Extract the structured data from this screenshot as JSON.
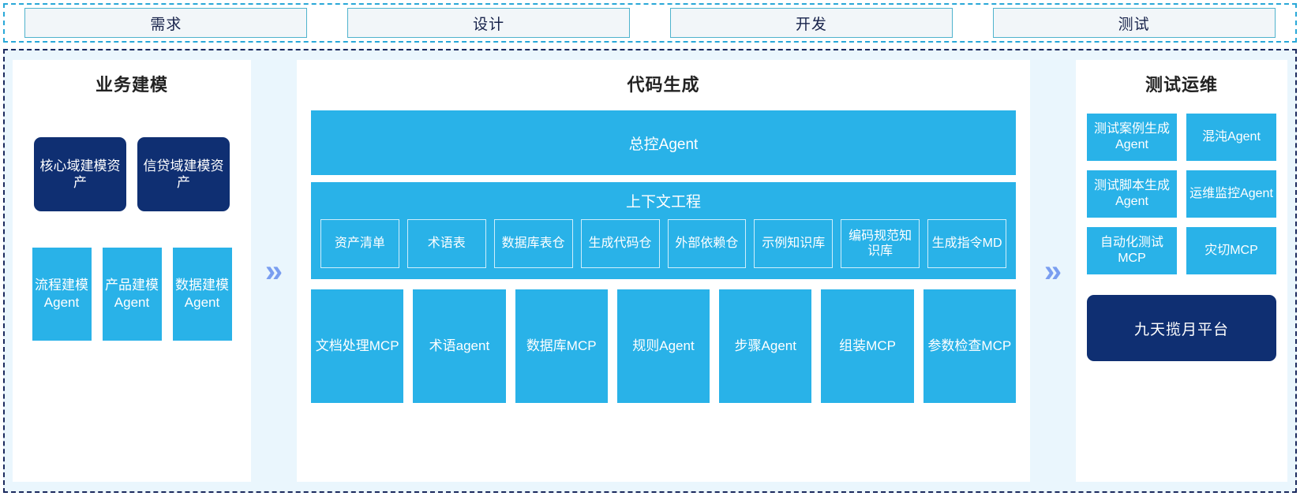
{
  "phases": {
    "items": [
      {
        "label": "需求"
      },
      {
        "label": "设计"
      },
      {
        "label": "开发"
      },
      {
        "label": "测试"
      }
    ]
  },
  "arrows": {
    "glyph": "»"
  },
  "left_panel": {
    "title": "业务建模",
    "assets": [
      {
        "label": "核心域建模资产"
      },
      {
        "label": "信贷域建模资产"
      }
    ],
    "agents": [
      {
        "label": "流程建模Agent"
      },
      {
        "label": "产品建模Agent"
      },
      {
        "label": "数据建模Agent"
      }
    ]
  },
  "center_panel": {
    "title": "代码生成",
    "master_agent": "总控Agent",
    "context": {
      "title": "上下文工程",
      "items": [
        {
          "label": "资产清单"
        },
        {
          "label": "术语表"
        },
        {
          "label": "数据库表仓"
        },
        {
          "label": "生成代码仓"
        },
        {
          "label": "外部依赖仓"
        },
        {
          "label": "示例知识库"
        },
        {
          "label": "编码规范知识库"
        },
        {
          "label": "生成指令MD"
        }
      ]
    },
    "tools": [
      {
        "label": "文档处理MCP"
      },
      {
        "label": "术语agent"
      },
      {
        "label": "数据库MCP"
      },
      {
        "label": "规则Agent"
      },
      {
        "label": "步骤Agent"
      },
      {
        "label": "组装MCP"
      },
      {
        "label": "参数检查MCP"
      }
    ]
  },
  "right_panel": {
    "title": "测试运维",
    "items": [
      {
        "label": "测试案例生成Agent"
      },
      {
        "label": "混沌Agent"
      },
      {
        "label": "测试脚本生成Agent"
      },
      {
        "label": "运维监控Agent"
      },
      {
        "label": "自动化测试MCP"
      },
      {
        "label": "灾切MCP"
      }
    ],
    "platform": "九天揽月平台"
  },
  "colors": {
    "accent_blue": "#29b2e8",
    "dark_navy": "#0f2f72",
    "panel_bg": "#eaf6fd",
    "phase_border": "#4fb3cd",
    "frame_dash": "#1b2a5e",
    "chevron": "#7a9ef0"
  }
}
